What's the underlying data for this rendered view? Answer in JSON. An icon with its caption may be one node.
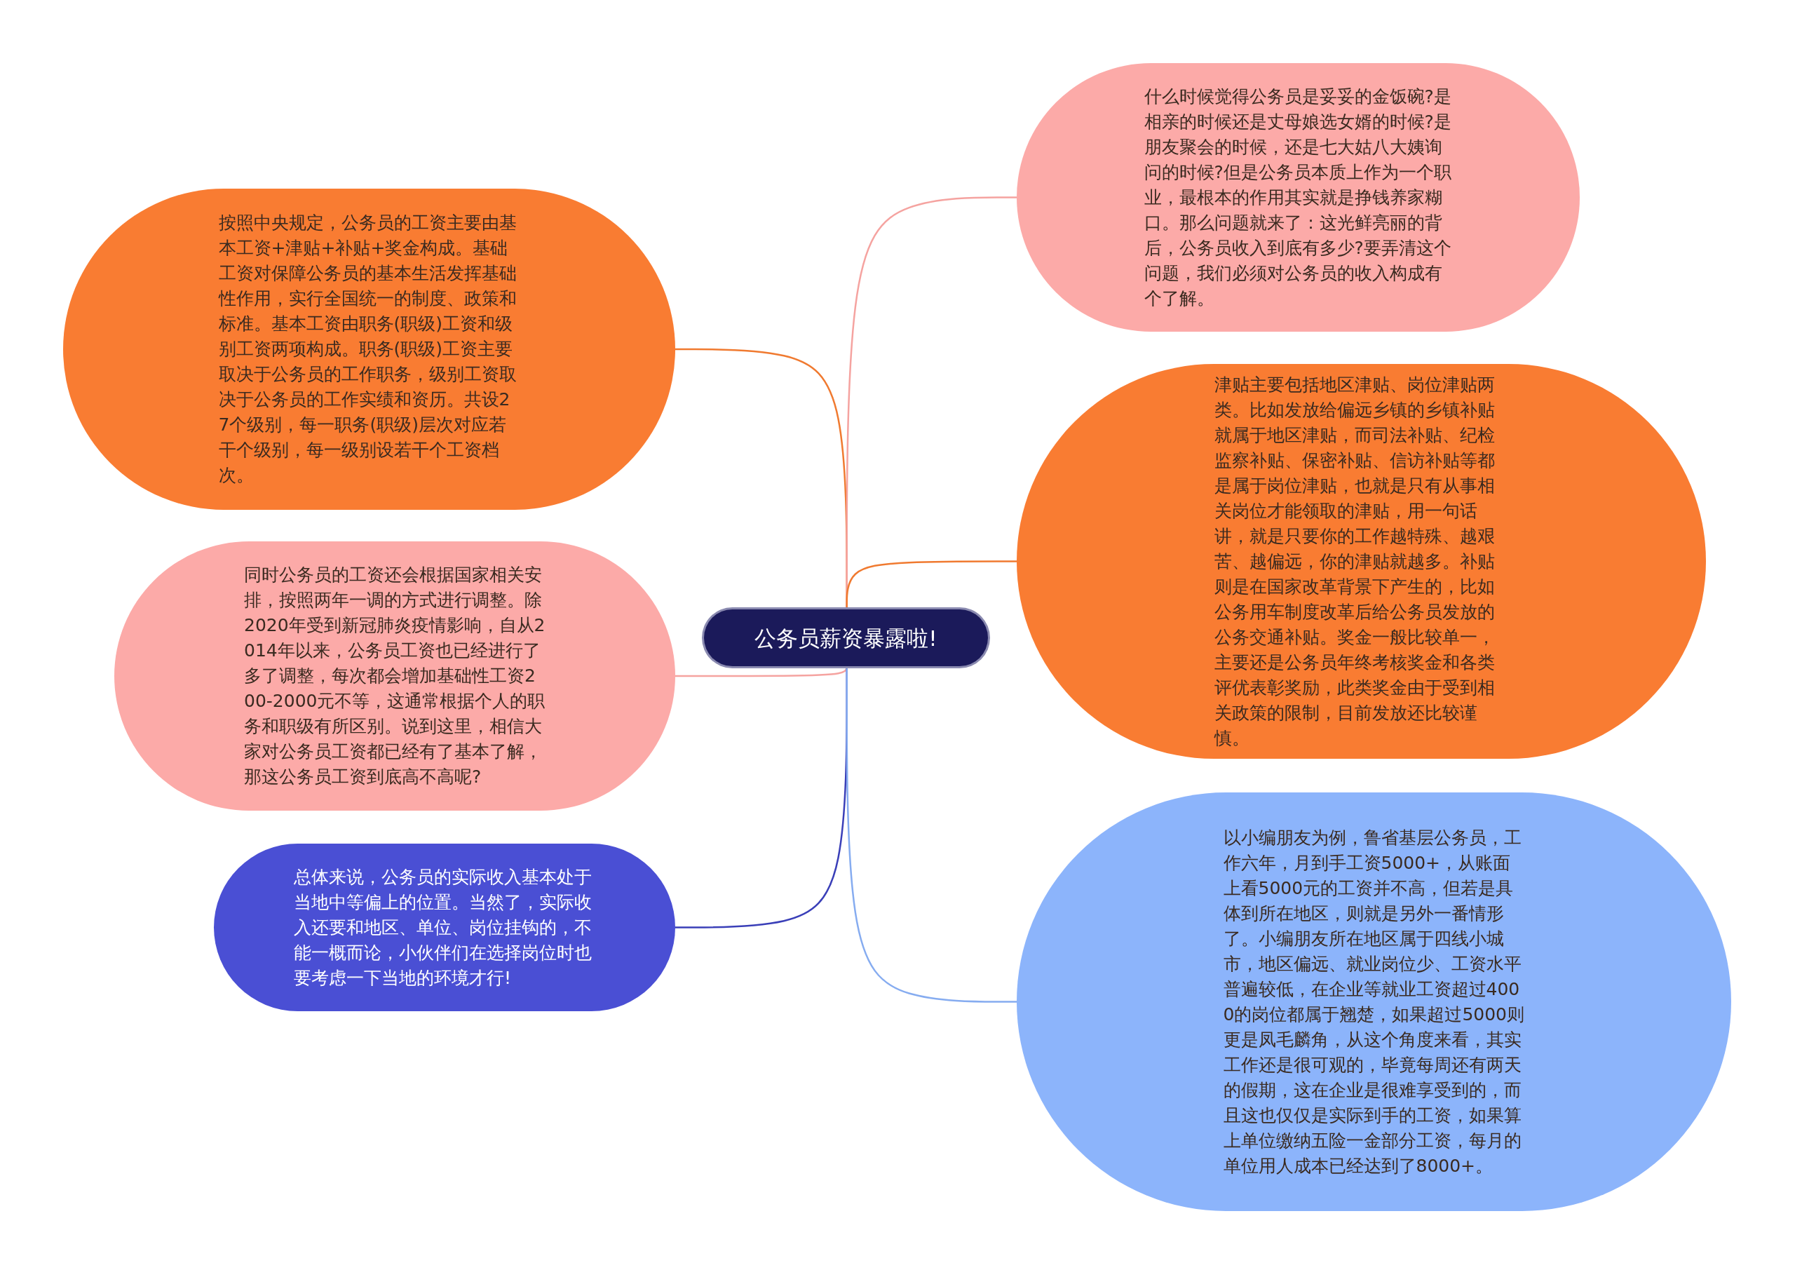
{
  "diagram": {
    "nodes": [
      {
        "text": [
          "公务员薪资暴露啦!"
        ]
      },
      {
        "text": [
          "按照中央规定，公务员的工资主要由基本工资+津贴+补贴+奖金构成。基础工资对保障公务员的基本生活发挥基础性作用，实行全国统一的制度、政策和标准。基本工资由职务(职级)工资和级别工资两项构成。职务(职级)工资主要取决于公务员的工作职务，级别工资取决于公务员的工作实绩和资历。共设27个级别，每一职务(职级)层次对应若干个级别，每一级别设若干个工资档次。"
        ]
      },
      {
        "text": [
          "同时公务员的工资还会根据国家相关安排，按照两年一调的方式进行调整。除2020年受到新冠肺炎疫情影响，自从2014年以来，公务员工资也已经进行了多了调整，每次都会增加基础性工资200-2000元不等，这通常根据个人的职务和职级有所区别。说到这里，相信大家对公务员工资都已经有了基本了解，那这公务员工资到底高不高呢?"
        ]
      },
      {
        "text": [
          "总体来说，公务员的实际收入基本处于当地中等偏上的位置。当然了，实际收入还要和地区、单位、岗位挂钩的，不能一概而论，小伙伴们在选择岗位时也要考虑一下当地的环境才行!"
        ]
      },
      {
        "text": [
          "什么时候觉得公务员是妥妥的金饭碗?是相亲的时候还是丈母娘选女婿的时候?是朋友聚会的时候，还是七大姑八大姨询问的时候?但是公务员本质上作为一个职业，最根本的作用其实就是挣钱养家糊口。那么问题就来了：这光鲜亮丽的背后，公务员收入到底有多少?要弄清这个问题，我们必须对公务员的收入构成有个了解。"
        ]
      },
      {
        "text": [
          "津贴主要包括地区津贴、岗位津贴两类。比如发放给偏远乡镇的乡镇补贴就属于地区津贴，而司法补贴、纪检监察补贴、保密补贴、信访补贴等都是属于岗位津贴，也就是只有从事相关岗位才能领取的津贴，用一句话讲，就是只要你的工作越特殊、越艰苦、越偏远，你的津贴就越多。补贴则是在国家改革背景下产生的，比如公务用车制度改革后给公务员发放的公务交通补贴。奖金一般比较单一，主要还是公务员年终考核奖金和各类评优表彰奖励，此类奖金由于受到相关政策的限制，目前发放还比较谨慎。"
        ]
      },
      {
        "text": [
          "以小编朋友为例，鲁省基层公务员，工作六年，月到手工资5000+，从账面上看5000元的工资并不高，但若是具体到所在地区，则就是另外一番情形了。小编朋友所在地区属于四线小城市，地区偏远、就业岗位少、工资水平普遍较低，在企业等就业工资超过4000的岗位都属于翘楚，如果超过5000则更是凤毛麟角，从这个角度来看，其实工作还是很可观的，毕竟每周还有两天的假期，这在企业是很难享受到的，而且这也仅仅是实际到手的工资，如果算上单位缴纳五险一金部分工资，每月的单位用人成本已经达到了8000+。"
        ]
      }
    ],
    "edges": [
      {
        "from": 0,
        "to": 1,
        "arrow": "none",
        "color": "#f07a30"
      },
      {
        "from": 0,
        "to": 2,
        "arrow": "none",
        "color": "#f5a3a0"
      },
      {
        "from": 0,
        "to": 3,
        "arrow": "none",
        "color": "#3a3fb8"
      },
      {
        "from": 0,
        "to": 4,
        "arrow": "none",
        "color": "#f5a3a0"
      },
      {
        "from": 0,
        "to": 5,
        "arrow": "none",
        "color": "#f07a30"
      },
      {
        "from": 0,
        "to": 6,
        "arrow": "none",
        "color": "#86acf0"
      }
    ]
  }
}
